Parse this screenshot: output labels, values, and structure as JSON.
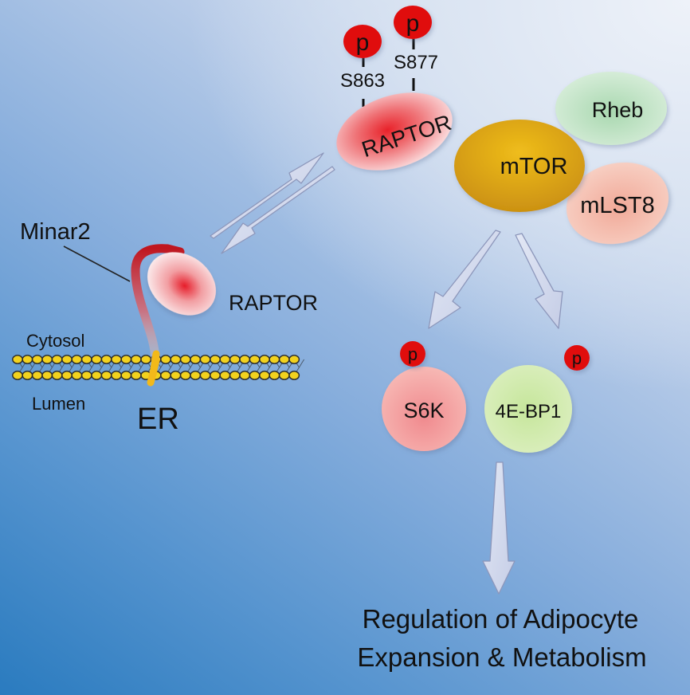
{
  "diagram": {
    "type": "signaling-pathway",
    "complex": {
      "raptor_top": "RAPTOR",
      "mtor": "mTOR",
      "rheb": "Rheb",
      "mlst8": "mLST8",
      "phospho_sites": [
        {
          "label": "p",
          "site": "S863"
        },
        {
          "label": "p",
          "site": "S877"
        }
      ]
    },
    "er_section": {
      "minar2": "Minar2",
      "raptor": "RAPTOR",
      "cytosol": "Cytosol",
      "lumen": "Lumen",
      "er": "ER"
    },
    "substrates": [
      {
        "name": "S6K",
        "phospho": "p",
        "color": "#f4a3a0"
      },
      {
        "name": "4E-BP1",
        "phospho": "p",
        "color": "#cfe8a6"
      }
    ],
    "outcome": {
      "line1": "Regulation of Adipocyte",
      "line2": "Expansion & Metabolism"
    },
    "colors": {
      "phospho": "#e01010",
      "mtor": "#d9a013",
      "rheb": "#b9dfbf",
      "mlst8": "#f2b6a4",
      "raptor": "#e8383e",
      "minar2": "#c0161f",
      "membrane": "#f2d21e"
    }
  }
}
